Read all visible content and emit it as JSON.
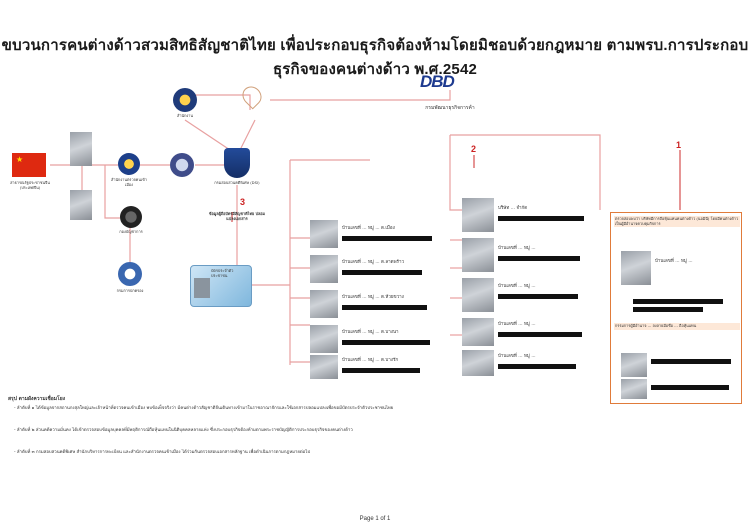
{
  "title": "ขบวนการคนต่างด้าวสวมสิทธิสัญชาติไทย เพื่อประกอบธุรกิจต้องห้ามโดยมิชอบด้วยกฎหมาย ตามพรบ.การประกอบธุรกิจของคนต่างด้าว พ.ศ.2542",
  "dbd": {
    "logo": "DBD",
    "label": "กรมพัฒนาธุรกิจการค้า"
  },
  "nodes": {
    "china_label": "สาธารณรัฐประชาชนจีน (ประเทศจีน)",
    "imm_label": "สำนักงานตรวจคนเข้าเมือง",
    "wing_label": "กองบัญชาการ",
    "dopa_label": "กรมการปกครอง",
    "gov_label": "สำนักงาน",
    "center_label": "กรมสอบสวนคดีพิเศษ (DSI)",
    "id_card_label": "บัตรประจำตัวประชาชน"
  },
  "numbers": {
    "n1": "1",
    "n2": "2",
    "n3": "3"
  },
  "label3": "ข้อมูลผู้ถือบัตรมีสัญชาติไทย ปลอมแปลงเอกสาร",
  "left_rows": [
    "บ้านเลขที่ ... หมู่ ... ต.เมือง",
    "บ้านเลขที่ ... หมู่ ... ต.ลาดพร้าว",
    "บ้านเลขที่ ... หมู่ ... ต.ห้วยขวาง",
    "บ้านเลขที่ ... หมู่ ... ต.บางนา",
    "บ้านเลขที่ ... หมู่ ... ต.บางรัก"
  ],
  "mid_rows": [
    "บริษัท ... จำกัด",
    "บ้านเลขที่ ... หมู่ ...",
    "บ้านเลขที่ ... หมู่ ...",
    "บ้านเลขที่ ... หมู่ ...",
    "บ้านเลขที่ ... หมู่ ..."
  ],
  "right_box_text": "ตรวจสอบพบว่า บริษัทมีการถือหุ้นแทนคนต่างด้าว (นอมินี) โดยมีคนต่างด้าวเป็นผู้มีอำนาจควบคุมกิจการ",
  "right_row": "บ้านเลขที่ ... หมู่ ...",
  "right_text_2": "กรรมการผู้มีอำนาจ ... ลงลายมือชื่อ ... ถือหุ้นแทน",
  "summary_title": "สรุป ตามผังความเชื่อมโยง",
  "summary_p1": "- ลำดับที่ ๑ ได้ข้อมูลจากสถานกงสุลใหญ่และเจ้าหน้าที่ตรวจคนเข้าเมือง พบข้อเท็จจริงว่า มีคนต่างด้าวสัญชาติจีนเดินทางเข้ามาในราชอาณาจักรและใช้เอกสารปลอมแปลงเพื่อขอมีบัตรประจำตัวประชาชนไทย",
  "summary_p2": "- ลำดับที่ ๒ ส่วนคดีความมั่นคง ได้เข้าตรวจสอบข้อมูลบุคคลที่มีพฤติการณ์ถือหุ้นแทนในนิติบุคคลหลายแห่ง ซึ่งประกอบธุรกิจต้องห้ามตามพระราชบัญญัติการประกอบธุรกิจของคนต่างด้าว",
  "summary_p3": "- ลำดับที่ ๓ กรมสอบสวนคดีพิเศษ สำนักบริหารการทะเบียน และสำนักงานตรวจคนเข้าเมือง ได้ร่วมกันตรวจสอบเอกสารหลักฐาน เพื่อดำเนินการตามกฎหมายต่อไป",
  "footer": "Page 1 of 1"
}
